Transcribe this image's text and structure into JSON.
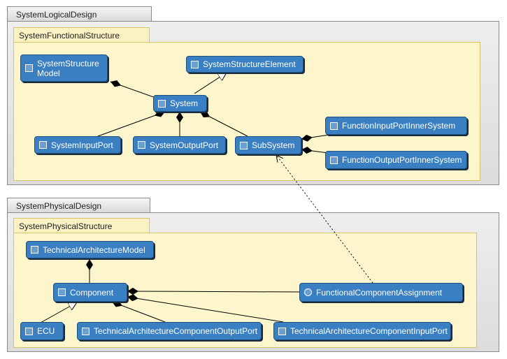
{
  "packages": {
    "logical": {
      "title": "SystemLogicalDesign",
      "inner": "SystemFunctionalStructure"
    },
    "physical": {
      "title": "SystemPhysicalDesign",
      "inner": "SystemPhysicalStructure"
    }
  },
  "nodes": {
    "ssm": {
      "label": "SystemStructure\nModel",
      "icon": "model-icon"
    },
    "sse": {
      "label": "SystemStructureElement",
      "icon": "hierarchy-icon"
    },
    "system": {
      "label": "System",
      "icon": "component-icon"
    },
    "sip": {
      "label": "SystemInputPort",
      "icon": "port-icon"
    },
    "sop": {
      "label": "SystemOutputPort",
      "icon": "port-icon"
    },
    "subsystem": {
      "label": "SubSystem",
      "icon": "component-icon"
    },
    "fipis": {
      "label": "FunctionInputPortInnerSystem",
      "icon": "port-icon"
    },
    "fopis": {
      "label": "FunctionOutputPortInnerSystem",
      "icon": "port-icon"
    },
    "tam": {
      "label": "TechnicalArchitectureModel",
      "icon": "model-icon"
    },
    "component": {
      "label": "Component",
      "icon": "component-icon"
    },
    "fca": {
      "label": "FunctionalComponentAssignment",
      "icon": "gear-icon"
    },
    "ecu": {
      "label": "ECU",
      "icon": "chip-icon"
    },
    "tacop": {
      "label": "TechnicalArchitectureComponentOutputPort",
      "icon": "port-icon"
    },
    "tacip": {
      "label": "TechnicalArchitectureComponentInputPort",
      "icon": "port-icon"
    }
  },
  "edges": [
    {
      "from": "ssm",
      "to": "system",
      "type": "composition"
    },
    {
      "from": "system",
      "to": "sse",
      "type": "generalization"
    },
    {
      "from": "system",
      "to": "sip",
      "type": "composition"
    },
    {
      "from": "system",
      "to": "sop",
      "type": "composition"
    },
    {
      "from": "system",
      "to": "subsystem",
      "type": "composition"
    },
    {
      "from": "subsystem",
      "to": "fipis",
      "type": "composition"
    },
    {
      "from": "subsystem",
      "to": "fopis",
      "type": "composition"
    },
    {
      "from": "fca",
      "to": "subsystem",
      "type": "dependency"
    },
    {
      "from": "tam",
      "to": "component",
      "type": "composition"
    },
    {
      "from": "component",
      "to": "fca",
      "type": "composition"
    },
    {
      "from": "ecu",
      "to": "component",
      "type": "generalization"
    },
    {
      "from": "component",
      "to": "tacop",
      "type": "composition"
    },
    {
      "from": "component",
      "to": "tacip",
      "type": "composition"
    }
  ],
  "colors": {
    "node_fill": "#3a7fc1",
    "node_border": "#1d4f80",
    "sub_fill": "#fdf5cc",
    "pkg_fill": "#e6e6e6"
  }
}
